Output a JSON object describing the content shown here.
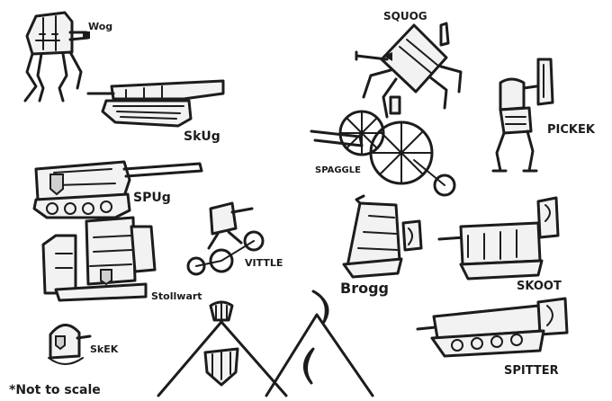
{
  "labels": {
    "wog": "Wog",
    "skug": "SkUg",
    "spug": "SPUg",
    "stollwart": "Stollwart",
    "vittle": "VITTLE",
    "skek": "SkEK",
    "squog": "SQUOG",
    "spaggle": "SPAGGLE",
    "pickek": "PICKEK",
    "brogg": "Brogg",
    "skoot": "SKOOT",
    "spitter": "SPITTER",
    "note": "*Not to scale"
  },
  "colors": {
    "ink": "#1c1c1c",
    "paper": "#ffffff",
    "shade": "#cfcfcf"
  },
  "icons": [
    "shield-emblem",
    "crescent-emblem"
  ]
}
